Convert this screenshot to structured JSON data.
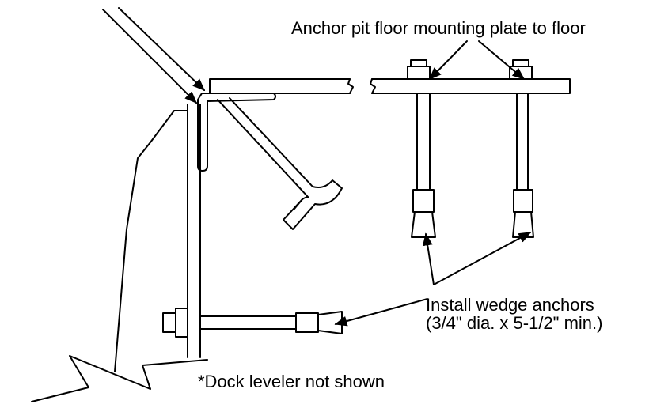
{
  "labels": {
    "mounting_plate": "Anchor pit floor mounting plate to floor",
    "install_wedge_line1": "Install wedge anchors",
    "install_wedge_line2": "(3/4\" dia. x 5-1/2\" min.)",
    "dock_leveler_note": "*Dock leveler not shown"
  },
  "colors": {
    "ink": "#000000",
    "paper": "#ffffff"
  }
}
